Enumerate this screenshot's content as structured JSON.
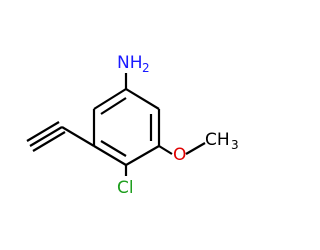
{
  "molecule": {
    "atoms": {
      "amine": {
        "label": "NH",
        "subscript": "2",
        "color": "#1a1aff"
      },
      "oxygen": {
        "label": "O",
        "color": "#e00000"
      },
      "methyl": {
        "label": "CH",
        "subscript": "3",
        "color": "#000000"
      },
      "chlorine": {
        "label": "Cl",
        "color": "#1e9e1e"
      }
    },
    "bond_color": "#000000"
  }
}
